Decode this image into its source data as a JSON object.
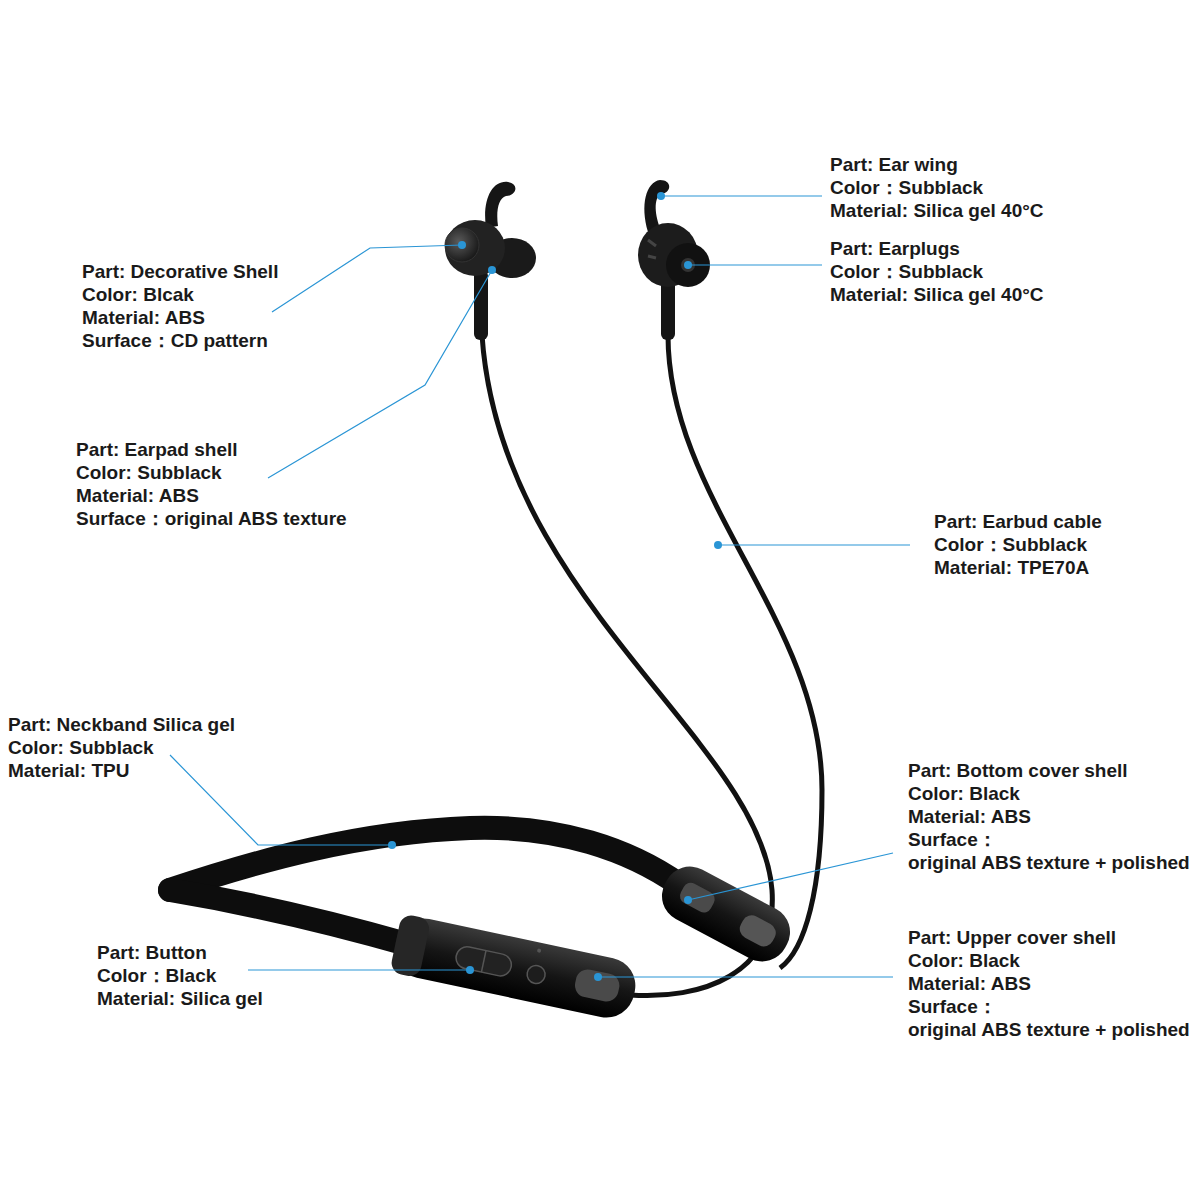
{
  "diagram": {
    "labels": [
      "Part: Decorative Shell",
      "Color: Blcak",
      "Material: ABS",
      "Surface：CD pattern",
      "Part: Ear wing",
      "Color：Subblack",
      "Material: Silica gel 40°C",
      "Part: Earplugs",
      "Color：Subblack",
      "Material: Silica gel 40°C",
      "Part: Earpad shell",
      "Color: Subblack",
      "Material: ABS",
      "Surface：original ABS texture",
      "Part: Earbud cable",
      "Color：Subblack",
      "Material: TPE70A",
      "Part: Neckband Silica gel",
      "Color: Subblack",
      "Material: TPU",
      "Part: Bottom cover shell",
      "Color: Black",
      "Material: ABS",
      "Surface：",
      "original ABS texture + polished",
      "Part: Button",
      "Color：Black",
      "Material: Silica gel",
      "Part: Upper cover shell",
      "Color: Black",
      "Material: ABS",
      "Surface：",
      "original ABS texture + polished"
    ]
  }
}
